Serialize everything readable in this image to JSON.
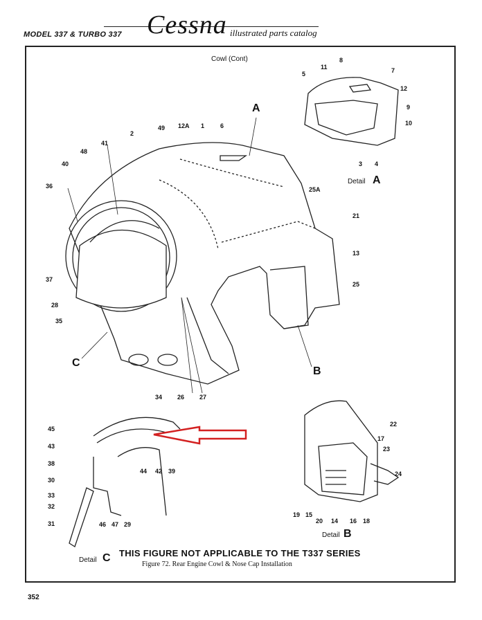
{
  "header": {
    "model": "MODEL 337 & TURBO 337",
    "brand": "Cessna",
    "catalog": "illustrated parts catalog"
  },
  "figure": {
    "section_title": "Cowl (Cont)",
    "detail_a": "Detail",
    "detail_a_letter": "A",
    "detail_b": "Detail",
    "detail_b_letter": "B",
    "detail_c": "Detail",
    "detail_c_letter": "C",
    "callout_a": "A",
    "callout_b": "B",
    "callout_c": "C",
    "notice": "THIS FIGURE NOT APPLICABLE TO THE T337 SERIES",
    "caption": "Figure 72.  Rear Engine Cowl & Nose Cap Installation"
  },
  "page_number": "352",
  "labels": [
    "11",
    "8",
    "7",
    "5",
    "12",
    "9",
    "10",
    "3",
    "4",
    "49",
    "12A",
    "1",
    "6",
    "2",
    "41",
    "48",
    "40",
    "36",
    "25A",
    "21",
    "13",
    "25",
    "37",
    "28",
    "35",
    "34",
    "26",
    "27",
    "45",
    "43",
    "38",
    "30",
    "33",
    "32",
    "31",
    "46",
    "47",
    "29",
    "44",
    "42",
    "39",
    "22",
    "17",
    "23",
    "24",
    "19",
    "15",
    "20",
    "14",
    "16",
    "18"
  ]
}
